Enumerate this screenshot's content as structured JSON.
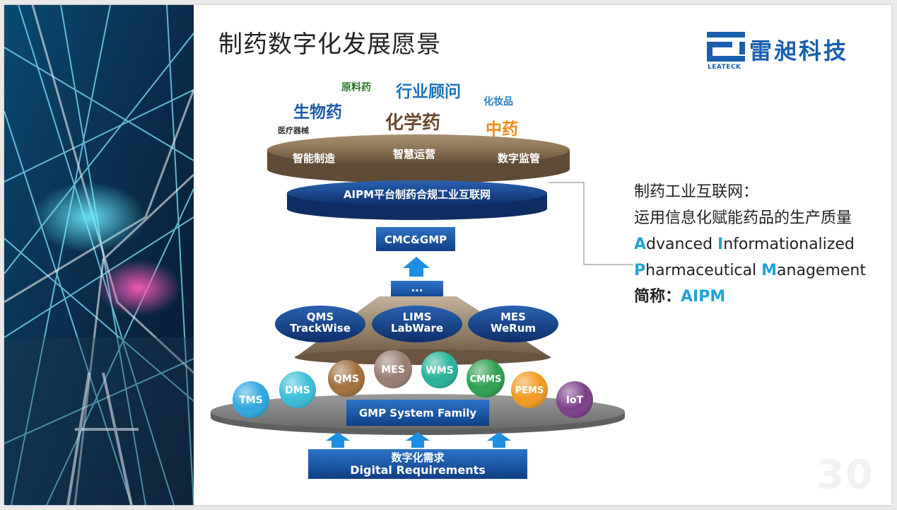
{
  "slide": {
    "title": "制药数字化发展愿景",
    "page_number": "30"
  },
  "logo": {
    "name_cn": "雷昶科技",
    "name_en": "LEATECK",
    "color": "#1a5fae"
  },
  "domains": [
    {
      "label": "原料药",
      "color": "#2d7a2d"
    },
    {
      "label": "行业顾问",
      "color": "#1f72b8"
    },
    {
      "label": "生物药",
      "color": "#1f5aa8"
    },
    {
      "label": "化妆品",
      "color": "#2a7fc4"
    },
    {
      "label": "化学药",
      "color": "#6b4a2e"
    },
    {
      "label": "中药",
      "color": "#f28a1b"
    },
    {
      "label": "医疗器械",
      "color": "#333333"
    }
  ],
  "top_tier": {
    "items": [
      "智能制造",
      "智慧运营",
      "数字监管"
    ]
  },
  "platform": {
    "label": "AIPM平台制药合规工业互联网"
  },
  "cmc_box": "CMC&GMP",
  "ellipsis_box": "...",
  "enterprise_systems": [
    {
      "line1": "QMS",
      "line2": "TrackWise"
    },
    {
      "line1": "LIMS",
      "line2": "LabWare"
    },
    {
      "line1": "MES",
      "line2": "WeRum"
    }
  ],
  "gmp_balls": [
    {
      "label": "TMS",
      "color": "#2fa8e0"
    },
    {
      "label": "DMS",
      "color": "#3bbfd8"
    },
    {
      "label": "QMS",
      "color": "#a0703e"
    },
    {
      "label": "MES",
      "color": "#9a7d72"
    },
    {
      "label": "WMS",
      "color": "#27b39a"
    },
    {
      "label": "CMMS",
      "color": "#2da04e"
    },
    {
      "label": "PEMS",
      "color": "#f19a22"
    },
    {
      "label": "IoT",
      "color": "#7d3f8a"
    }
  ],
  "gmp_family": "GMP System Family",
  "digital_requirements": {
    "cn": "数字化需求",
    "en": "Digital Requirements"
  },
  "description": {
    "line1": "制药工业互联网：",
    "line2": "运用信息化赋能药品的生产质量",
    "line3": [
      {
        "first": "A",
        "rest": "dvanced "
      },
      {
        "first": "I",
        "rest": "nformationalized"
      }
    ],
    "line4": [
      {
        "first": "P",
        "rest": "harmaceutical "
      },
      {
        "first": "M",
        "rest": "anagement"
      }
    ],
    "abbr_label": "简称：",
    "abbr_value": "AIPM",
    "highlight_color": "#21a3d6"
  }
}
